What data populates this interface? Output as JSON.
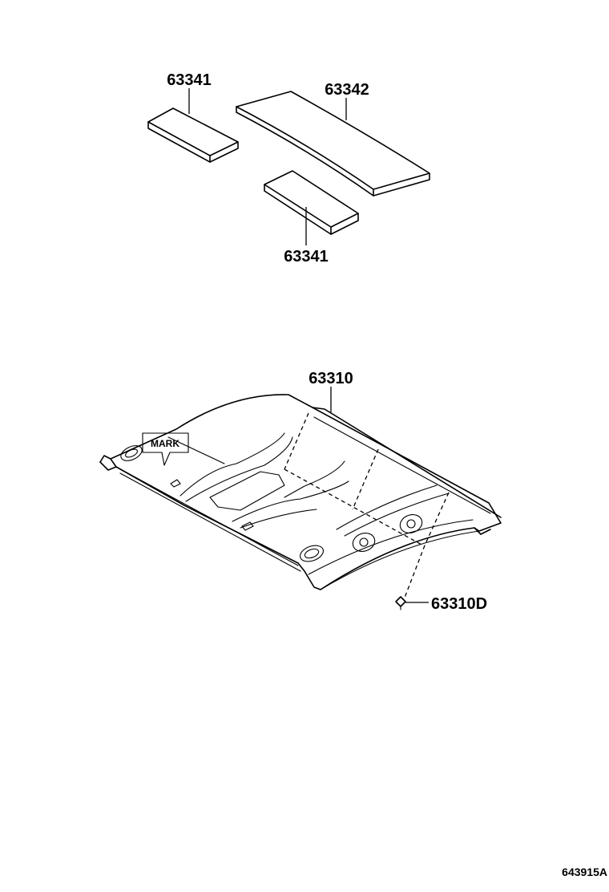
{
  "labels": {
    "upper_left_pad": "63341",
    "long_pad": "63342",
    "lower_pad": "63341",
    "headliner": "63310",
    "clip": "63310D",
    "mark": "MARK",
    "figure_id": "643915A"
  }
}
